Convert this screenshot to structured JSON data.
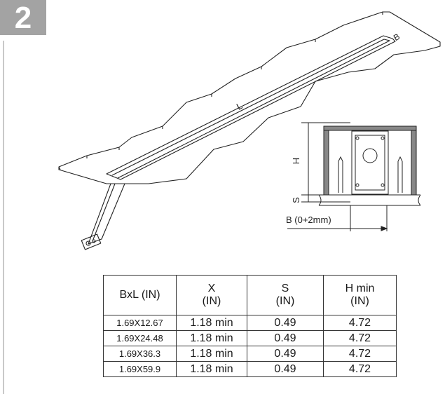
{
  "step": {
    "number": "2"
  },
  "diagram": {
    "labels": {
      "length": "L",
      "width": "B",
      "height": "H",
      "slot": "S",
      "cutout": "B (0+2mm)"
    }
  },
  "table": {
    "headers": [
      {
        "line1": "BxL (IN)",
        "line2": ""
      },
      {
        "line1": "X",
        "line2": "(IN)"
      },
      {
        "line1": "S",
        "line2": "(IN)"
      },
      {
        "line1": "H min",
        "line2": "(IN)"
      }
    ],
    "rows": [
      [
        "1.69X12.67",
        "1.18 min",
        "0.49",
        "4.72"
      ],
      [
        "1.69X24.48",
        "1.18 min",
        "0.49",
        "4.72"
      ],
      [
        "1.69X36.3",
        "1.18 min",
        "0.49",
        "4.72"
      ],
      [
        "1.69X59.9",
        "1.18 min",
        "0.49",
        "4.72"
      ]
    ]
  }
}
